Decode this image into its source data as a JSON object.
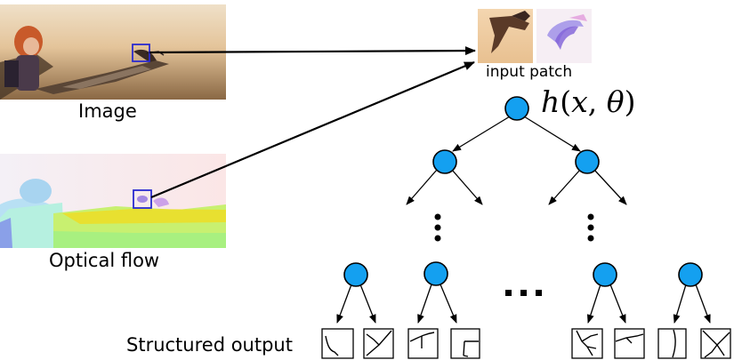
{
  "labels": {
    "image": "Image",
    "optical_flow": "Optical flow",
    "input_patch": "input patch",
    "structured_output": "Structured output"
  },
  "function_label": {
    "h": "h",
    "open": "(",
    "x": "x",
    "comma": ", ",
    "theta": "θ",
    "close": ")"
  },
  "colors": {
    "node_fill": "#14a0f0",
    "node_stroke": "#000000",
    "selection_box": "#2a2ad0",
    "sky_top": "#e8cfae",
    "sky_bottom": "#7b5a3a",
    "flow_background": "#fbeaea",
    "flow_yellow": "#e8e030",
    "flow_green": "#b6f070",
    "flow_blue": "#a8d8f0",
    "flow_purple": "#9f7de0"
  },
  "icons": [
    "tree-node-icon",
    "ellipsis-dots-icon",
    "edge-patch-icon"
  ]
}
